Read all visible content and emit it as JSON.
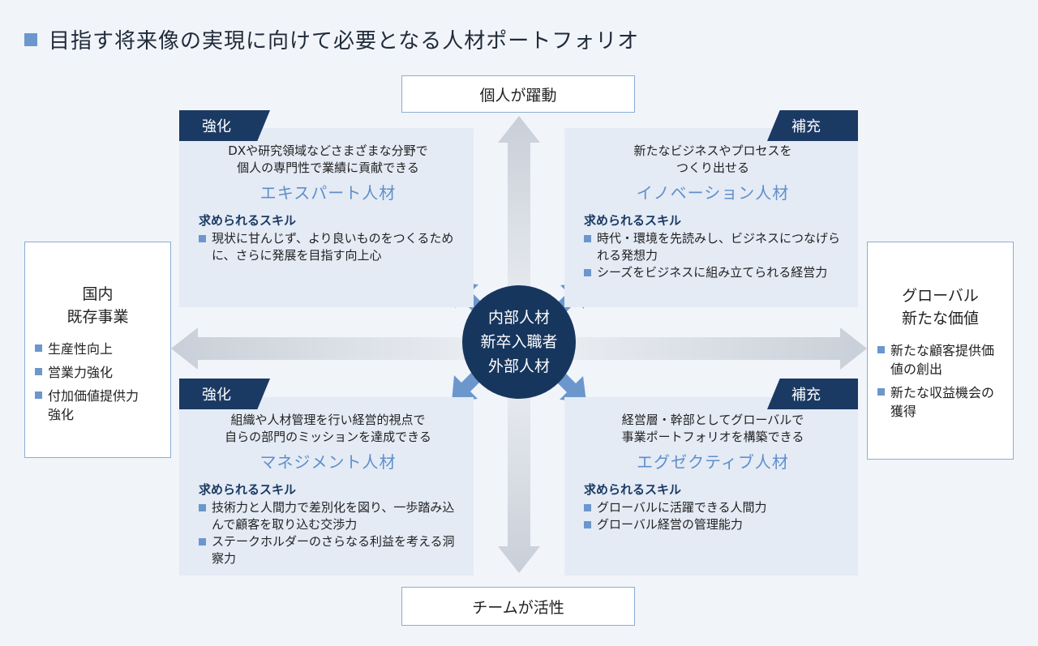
{
  "title": "目指す将来像の実現に向けて必要となる人材ポートフォリオ",
  "axes": {
    "top": "個人が躍動",
    "bottom": "チームが活性"
  },
  "left": {
    "title_line1": "国内",
    "title_line2": "既存事業",
    "items": [
      "生産性向上",
      "営業力強化",
      "付加価値提供力強化"
    ]
  },
  "right": {
    "title_line1": "グローバル",
    "title_line2": "新たな価値",
    "items": [
      "新たな顧客提供価値の創出",
      "新たな収益機会の獲得"
    ]
  },
  "center": {
    "line1": "内部人材",
    "line2": "新卒入職者",
    "line3": "外部人材"
  },
  "quadrants": {
    "top_left": {
      "tag": "強化",
      "desc1": "DXや研究領域などさまざまな分野で",
      "desc2": "個人の専門性で業績に貢献できる",
      "name": "エキスパート人材",
      "skills_heading": "求められるスキル",
      "skills": [
        "現状に甘んじず、より良いものをつくるために、さらに発展を目指す向上心"
      ]
    },
    "top_right": {
      "tag": "補充",
      "desc1": "新たなビジネスやプロセスを",
      "desc2": "つくり出せる",
      "name": "イノベーション人材",
      "skills_heading": "求められるスキル",
      "skills": [
        "時代・環境を先読みし、ビジネスにつなげられる発想力",
        "シーズをビジネスに組み立てられる経営力"
      ]
    },
    "bottom_left": {
      "tag": "強化",
      "desc1": "組織や人材管理を行い経営的視点で",
      "desc2": "自らの部門のミッションを達成できる",
      "name": "マネジメント人材",
      "skills_heading": "求められるスキル",
      "skills": [
        "技術力と人間力で差別化を図り、一歩踏み込んで顧客を取り込む交渉力",
        "ステークホルダーのさらなる利益を考える洞察力"
      ]
    },
    "bottom_right": {
      "tag": "補充",
      "desc1": "経営層・幹部としてグローバルで",
      "desc2": "事業ポートフォリオを構築できる",
      "name": "エグゼクティブ人材",
      "skills_heading": "求められるスキル",
      "skills": [
        "グローバルに活躍できる人間力",
        "グローバル経営の管理能力"
      ]
    }
  },
  "colors": {
    "navy": "#1b3a63",
    "accent_blue": "#6b97cd",
    "quadrant_bg": "#e4ebf5"
  }
}
